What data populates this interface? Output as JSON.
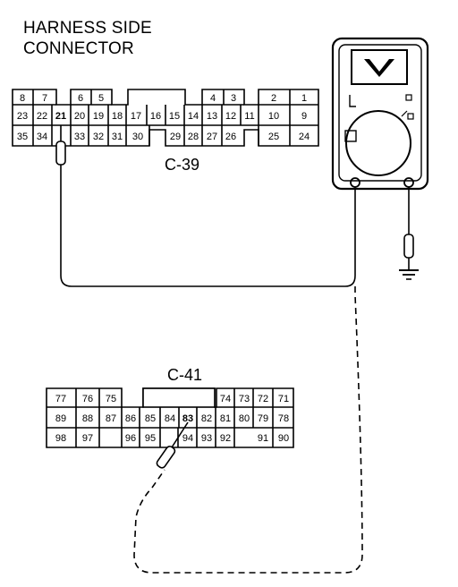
{
  "title_line1": "HARNESS SIDE",
  "title_line2": "CONNECTOR",
  "connectors": [
    {
      "label": "C-39",
      "pins": [
        "8",
        "7",
        "6",
        "5",
        "4",
        "3",
        "2",
        "1",
        "23",
        "22",
        "21",
        "20",
        "19",
        "18",
        "17",
        "16",
        "15",
        "14",
        "13",
        "12",
        "11",
        "10",
        "9",
        "35",
        "34",
        "33",
        "32",
        "31",
        "30",
        "29",
        "28",
        "27",
        "26",
        "25",
        "24"
      ]
    },
    {
      "label": "C-41",
      "pins": [
        "77",
        "76",
        "75",
        "74",
        "73",
        "72",
        "71",
        "89",
        "88",
        "87",
        "86",
        "85",
        "84",
        "83",
        "82",
        "81",
        "80",
        "79",
        "78",
        "98",
        "97",
        "96",
        "95",
        "94",
        "93",
        "92",
        "91",
        "90"
      ]
    }
  ],
  "probe_pins": [
    "21",
    "83"
  ],
  "meter": {
    "display": "V",
    "icon": "multimeter-icon"
  },
  "ground_icon": "ground-icon",
  "colors": {
    "line": "#000000",
    "background": "#ffffff"
  }
}
